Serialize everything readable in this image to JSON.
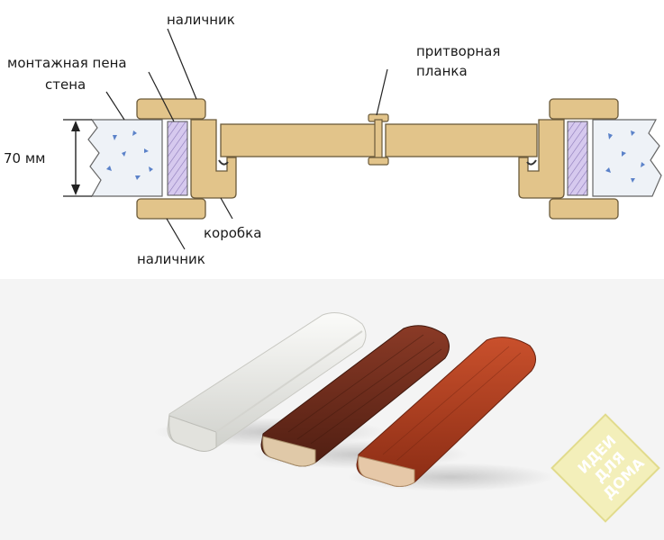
{
  "diagram": {
    "labels": {
      "nalichnik_top": "наличник",
      "montazh_pena": "монтажная пена",
      "stena": "стена",
      "dimension": "70 мм",
      "pritvornaya_line1": "притворная",
      "pritvornaya_line2": "планка",
      "korobka": "коробка",
      "nalichnik_bottom": "наличник"
    }
  },
  "watermark": {
    "line1": "ИДЕИ",
    "line2": "ДЛЯ",
    "line3": "ДОМА"
  },
  "colors": {
    "wood": "#e2c48a",
    "wood_stroke": "#6b5a3a",
    "wall": "#eef2f7",
    "foam": "#c9b8e6",
    "trim_white": "#efefec",
    "trim_dark": "#6a2b1c",
    "trim_red": "#a83a1c"
  }
}
